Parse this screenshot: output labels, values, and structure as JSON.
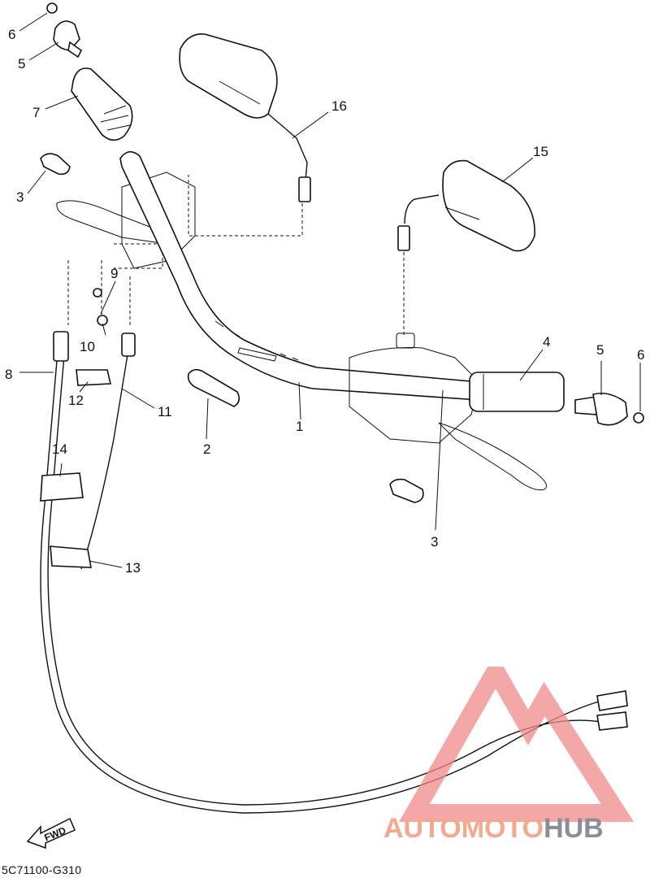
{
  "diagram_code": "5C71100-G310",
  "fwd_label": "FWD",
  "watermark": {
    "brand_a": "AUTOMOTO",
    "brand_b": "HUB",
    "color_a": "#f5a98c",
    "color_b": "#8a8f96",
    "triangle_color": "#f08a8a"
  },
  "callouts": [
    {
      "id": "c6a",
      "text": "6"
    },
    {
      "id": "c5a",
      "text": "5"
    },
    {
      "id": "c7",
      "text": "7"
    },
    {
      "id": "c3a",
      "text": "3"
    },
    {
      "id": "c9",
      "text": "9"
    },
    {
      "id": "c10",
      "text": "10"
    },
    {
      "id": "c8",
      "text": "8"
    },
    {
      "id": "c12",
      "text": "12"
    },
    {
      "id": "c11",
      "text": "11"
    },
    {
      "id": "c2",
      "text": "2"
    },
    {
      "id": "c1",
      "text": "1"
    },
    {
      "id": "c14",
      "text": "14"
    },
    {
      "id": "c13",
      "text": "13"
    },
    {
      "id": "c16",
      "text": "16"
    },
    {
      "id": "c15",
      "text": "15"
    },
    {
      "id": "c4",
      "text": "4"
    },
    {
      "id": "c5b",
      "text": "5"
    },
    {
      "id": "c6b",
      "text": "6"
    },
    {
      "id": "c3b",
      "text": "3"
    }
  ]
}
